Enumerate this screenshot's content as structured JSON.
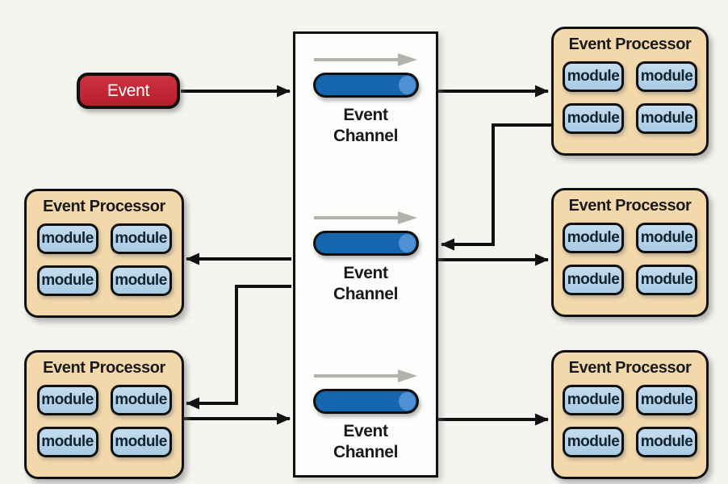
{
  "colors": {
    "background": "#f5f4f1",
    "event_fill": "#bf2031",
    "event_text": "#ffffff",
    "channel_box_fill": "#fdfdfb",
    "pill_fill": "#1566ad",
    "pill_end_cap": "#4e90d2",
    "processor_fill": "#f2d8ab",
    "module_fill": "#b5d3ea",
    "border": "#101010",
    "connector": "#111111",
    "flow_arrow_gray": "#b3b1ad"
  },
  "event": {
    "label": "Event"
  },
  "channel_box": {
    "channels": [
      {
        "label": "Event\nChannel",
        "flow_direction": "right"
      },
      {
        "label": "Event\nChannel",
        "flow_direction": "right"
      },
      {
        "label": "Event\nChannel",
        "flow_direction": "right"
      }
    ]
  },
  "processors": [
    {
      "position": "top-right",
      "title": "Event Processor",
      "modules": [
        "module",
        "module",
        "module",
        "module"
      ]
    },
    {
      "position": "middle-left",
      "title": "Event Processor",
      "modules": [
        "module",
        "module",
        "module",
        "module"
      ]
    },
    {
      "position": "middle-right",
      "title": "Event Processor",
      "modules": [
        "module",
        "module",
        "module",
        "module"
      ]
    },
    {
      "position": "bottom-left",
      "title": "Event Processor",
      "modules": [
        "module",
        "module",
        "module",
        "module"
      ]
    },
    {
      "position": "bottom-right",
      "title": "Event Processor",
      "modules": [
        "module",
        "module",
        "module",
        "module"
      ]
    }
  ]
}
